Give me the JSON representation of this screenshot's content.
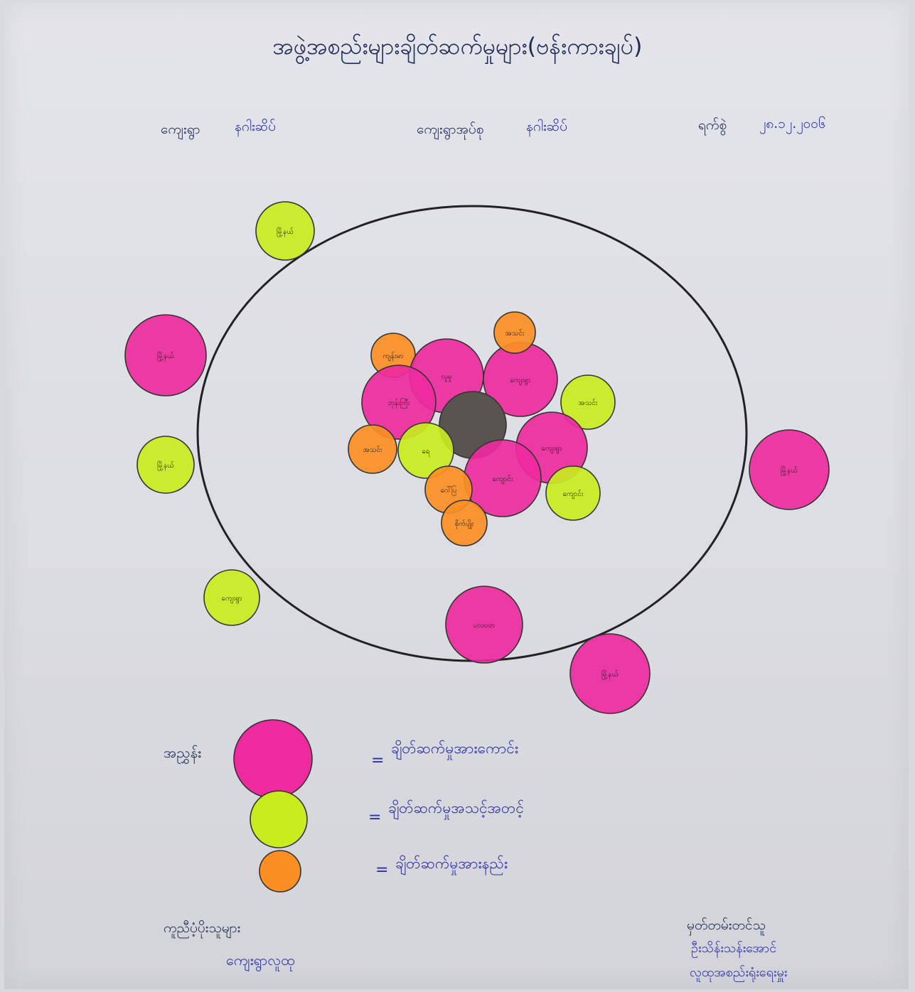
{
  "title": "အဖွဲ့အစည်းများချိတ်ဆက်မှုများ(ဗန်းကားချပ်)",
  "header": {
    "village_label": "ကျေးရွာ",
    "village_value": "နဂါးဆိပ်",
    "village_tract_label": "ကျေးရွာအုပ်စု",
    "village_tract_value": "နဂါးဆိပ်",
    "date_label": "ရက်စွဲ",
    "date_value": "၂၈.၁၂.၂၀၀၆"
  },
  "legend": {
    "title": "အညွှန်း",
    "items": [
      {
        "color": "#ee2a9e",
        "text": "ချိတ်ဆက်မှုအားကောင်း"
      },
      {
        "color": "#c9ec1e",
        "text": "ချိတ်ဆက်မှုအသင့်အတင့်"
      },
      {
        "color": "#fb8f24",
        "text": "ချိတ်ဆက်မှုအားနည်း"
      }
    ]
  },
  "footer": {
    "supporters_label": "ကူညီပံ့ပိုးသူများ",
    "supporters_value": "ကျေးရွာလူထု",
    "recorder_label": "မှတ်တမ်းတင်သူ",
    "recorder_name": "ဦးသိန်းသန်းအောင်",
    "recorder_role": "လူထုအစည်းရုံးရေးမှူး"
  },
  "diagram": {
    "colors": {
      "strong": "#ee2a9e",
      "moderate": "#c9ec1e",
      "weak": "#fb8f24",
      "center": "#5a5450",
      "ring": "#222222"
    },
    "circles": [
      {
        "strength": "moderate",
        "text": "မြို့နယ်"
      },
      {
        "strength": "strong",
        "text": "မြို့နယ်"
      },
      {
        "strength": "moderate",
        "text": "မြို့နယ်"
      },
      {
        "strength": "moderate",
        "text": "ကျေးရွာ"
      },
      {
        "strength": "strong",
        "text": "မြို့နယ်"
      },
      {
        "strength": "strong",
        "text": "ပလဝတ"
      },
      {
        "strength": "strong",
        "text": "မြို့နယ်"
      },
      {
        "strength": "weak",
        "text": "ကျန်းမာ"
      },
      {
        "strength": "strong",
        "text": "လူမှု"
      },
      {
        "strength": "strong",
        "text": "ကျေးရွာ"
      },
      {
        "strength": "weak",
        "text": "အသင်း"
      },
      {
        "strength": "strong",
        "text": "ဘုန်းကြီး"
      },
      {
        "strength": "moderate",
        "text": "အသင်း"
      },
      {
        "strength": "center",
        "text": ""
      },
      {
        "strength": "strong",
        "text": "ကျေးရွာ"
      },
      {
        "strength": "weak",
        "text": "အသင်း"
      },
      {
        "strength": "moderate",
        "text": "ရေ"
      },
      {
        "strength": "strong",
        "text": "ကျောင်း"
      },
      {
        "strength": "weak",
        "text": "ဂေါ်ပြ"
      },
      {
        "strength": "moderate",
        "text": "ကျောင်း"
      },
      {
        "strength": "weak",
        "text": "စိုက်ပျိုး"
      }
    ]
  }
}
